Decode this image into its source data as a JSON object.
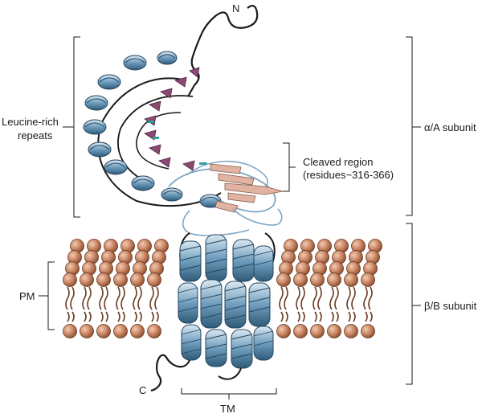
{
  "labels": {
    "n_terminus": "N",
    "c_terminus": "C",
    "leucine_line1": "Leucine-rich",
    "leucine_line2": "repeats",
    "cleaved_line1": "Cleaved region",
    "cleaved_line2": "(residues~316-366)",
    "alpha_subunit": "α/A subunit",
    "beta_subunit": "β/B subunit",
    "pm": "PM",
    "tm": "TM"
  },
  "colors": {
    "helix_blue": "#5f8fb0",
    "helix_blue_dark": "#3d6a8a",
    "strand_purple": "#8a4a72",
    "strand_salmon": "#e0b3a3",
    "lipid_brown": "#b06a48",
    "lipid_brown_light": "#e6b196",
    "line": "#1a1a1a"
  },
  "icons": {
    "lipid": "lipid-bilayer-icon",
    "protein": "protein-ribbon-icon"
  }
}
